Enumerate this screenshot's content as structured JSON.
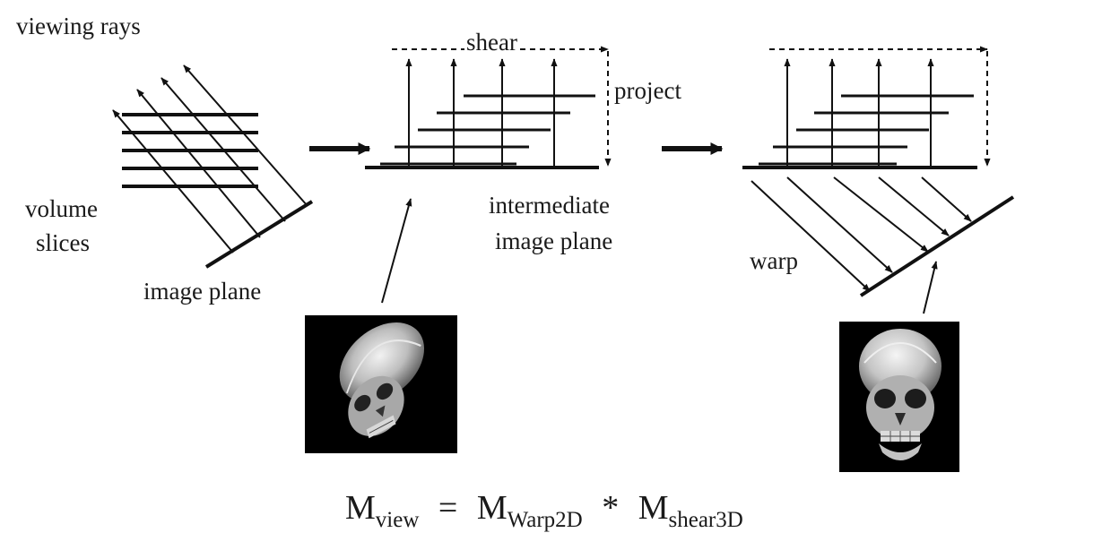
{
  "labels": {
    "viewing_rays": "viewing rays",
    "volume": "volume",
    "slices": "slices",
    "image_plane": "image plane",
    "shear": "shear",
    "project": "project",
    "intermediate": "intermediate",
    "intermediate_image_plane": "image plane",
    "warp": "warp"
  },
  "formula": {
    "m1": "M",
    "sub1": "view",
    "eq": "=",
    "m2": "M",
    "sub2": "Warp2D",
    "star": "*",
    "m3": "M",
    "sub3": "shear3D"
  },
  "images": [
    {
      "content": "skull-render-intermediate"
    },
    {
      "content": "skull-render-final"
    }
  ]
}
